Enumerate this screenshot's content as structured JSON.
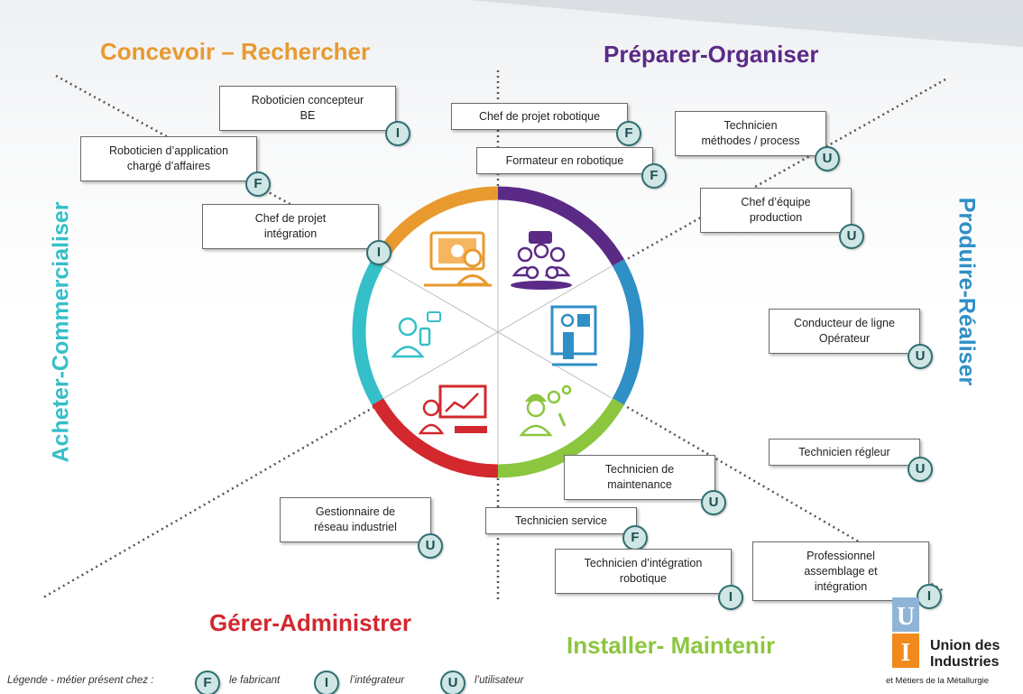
{
  "domains": {
    "concevoir": {
      "label": "Concevoir – Rechercher",
      "color": "#e89a2e"
    },
    "preparer": {
      "label": "Préparer-Organiser",
      "color": "#5b2a86"
    },
    "produire": {
      "label": "Produire-Réaliser",
      "color": "#2f8fc6"
    },
    "installer": {
      "label": "Installer- Maintenir",
      "color": "#8cc63f"
    },
    "gerer": {
      "label": "Gérer-Administrer",
      "color": "#d2282e"
    },
    "acheter": {
      "label": "Acheter-Commercialiser",
      "color": "#35bfc8"
    }
  },
  "jobs": [
    {
      "id": "roboticien-concepteur",
      "title": "Roboticien concepteur\nBE",
      "badge": "I"
    },
    {
      "id": "roboticien-application",
      "title": "Roboticien d’application\nchargé d’affaires",
      "badge": "F"
    },
    {
      "id": "chef-projet-integration",
      "title": "Chef de projet\nintégration",
      "badge": "I"
    },
    {
      "id": "chef-projet-robotique",
      "title": "Chef de projet robotique",
      "badge": "F"
    },
    {
      "id": "formateur-robotique",
      "title": "Formateur en robotique",
      "badge": "F"
    },
    {
      "id": "technicien-methodes",
      "title": "Technicien\nméthodes / process",
      "badge": "U"
    },
    {
      "id": "chef-equipe",
      "title": "Chef d’équipe\nproduction",
      "badge": "U"
    },
    {
      "id": "conducteur-ligne",
      "title": "Conducteur de ligne\nOpérateur",
      "badge": "U"
    },
    {
      "id": "technicien-regleur",
      "title": "Technicien régleur",
      "badge": "U"
    },
    {
      "id": "technicien-maintenance",
      "title": "Technicien de\nmaintenance",
      "badge": "U"
    },
    {
      "id": "technicien-service",
      "title": "Technicien service",
      "badge": "F"
    },
    {
      "id": "technicien-integration",
      "title": "Technicien d’intégration\nrobotique",
      "badge": "I"
    },
    {
      "id": "professionnel-assemblage",
      "title": "Professionnel\nassemblage et\nintégration",
      "badge": "I"
    },
    {
      "id": "gestionnaire-reseau",
      "title": "Gestionnaire de\nréseau industriel",
      "badge": "U"
    }
  ],
  "legend": {
    "prefix": "Légende - métier présent chez :",
    "items": [
      {
        "badge": "F",
        "label": "le fabricant"
      },
      {
        "badge": "I",
        "label": "l’intégrateur"
      },
      {
        "badge": "U",
        "label": "l’utilisateur"
      }
    ]
  },
  "logo": {
    "line1": "Union des",
    "line2": "Industries",
    "line3": "et Métiers de la Métallurgie",
    "letters": "UI"
  },
  "colors": {
    "badge_bg": "#cfe6e4",
    "badge_border": "#2f6f73",
    "dotted_line": "#555555"
  }
}
